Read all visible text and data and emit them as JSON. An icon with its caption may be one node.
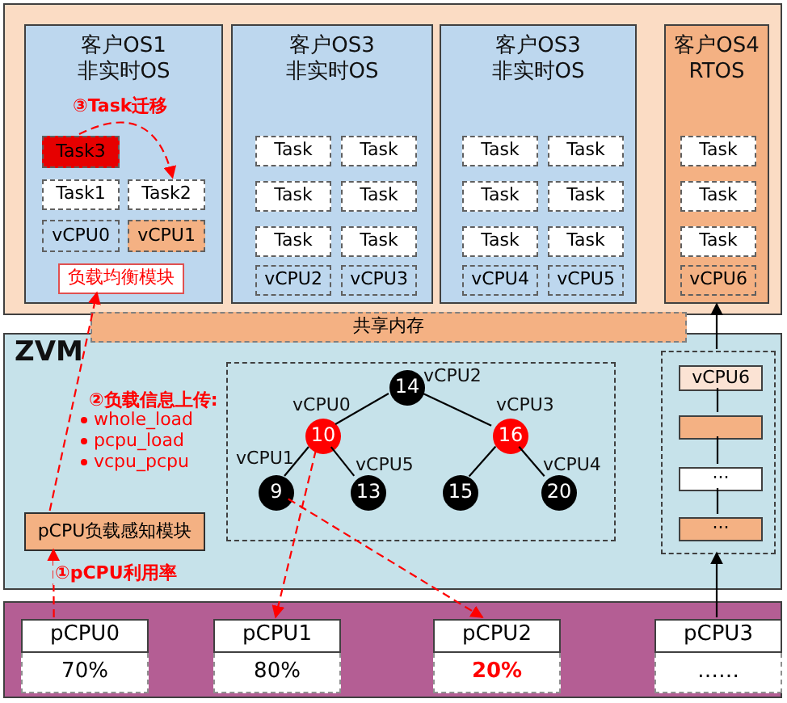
{
  "diagram": {
    "nodes": [
      {
        "text": [
          "客户OS1 非实时OS"
        ]
      },
      {
        "text": [
          "Task3"
        ],
        "in": 0
      },
      {
        "text": [
          "Task1"
        ],
        "in": 0
      },
      {
        "text": [
          "Task2"
        ],
        "in": 0
      },
      {
        "text": [
          "vCPU0"
        ],
        "in": 0
      },
      {
        "text": [
          "vCPU1"
        ],
        "in": 0
      },
      {
        "text": [
          "负载均衡模块"
        ],
        "in": 0
      },
      {
        "text": [
          "客户OS3 非实时OS"
        ]
      },
      {
        "text": [
          "Task"
        ],
        "in": 7
      },
      {
        "text": [
          "Task"
        ],
        "in": 7
      },
      {
        "text": [
          "Task"
        ],
        "in": 7
      },
      {
        "text": [
          "Task"
        ],
        "in": 7
      },
      {
        "text": [
          "Task"
        ],
        "in": 7
      },
      {
        "text": [
          "Task"
        ],
        "in": 7
      },
      {
        "text": [
          "vCPU2"
        ],
        "in": 7
      },
      {
        "text": [
          "vCPU3"
        ],
        "in": 7
      },
      {
        "text": [
          "客户OS3 非实时OS"
        ]
      },
      {
        "text": [
          "Task"
        ],
        "in": 16
      },
      {
        "text": [
          "Task"
        ],
        "in": 16
      },
      {
        "text": [
          "Task"
        ],
        "in": 16
      },
      {
        "text": [
          "Task"
        ],
        "in": 16
      },
      {
        "text": [
          "Task"
        ],
        "in": 16
      },
      {
        "text": [
          "Task"
        ],
        "in": 16
      },
      {
        "text": [
          "vCPU4"
        ],
        "in": 16
      },
      {
        "text": [
          "vCPU5"
        ],
        "in": 16
      },
      {
        "text": [
          "客户OS4 RTOS"
        ]
      },
      {
        "text": [
          "Task"
        ],
        "in": 25
      },
      {
        "text": [
          "Task"
        ],
        "in": 25
      },
      {
        "text": [
          "Task"
        ],
        "in": 25
      },
      {
        "text": [
          "vCPU6"
        ],
        "in": 25
      },
      {
        "text": [
          "共享内存"
        ]
      },
      {
        "text": [
          "ZVM"
        ]
      },
      {
        "text": [],
        "shape": "box",
        "in": 31
      },
      {
        "text": [
          "14"
        ],
        "in": 32,
        "beside": [
          "vCPU2"
        ]
      },
      {
        "text": [
          "10"
        ],
        "in": 32,
        "beside": [
          "vCPU0"
        ]
      },
      {
        "text": [
          "9"
        ],
        "in": 32,
        "beside": [
          "vCPU1"
        ]
      },
      {
        "text": [
          "13"
        ],
        "in": 32,
        "beside": [
          "vCPU5"
        ]
      },
      {
        "text": [
          "16"
        ],
        "in": 32,
        "beside": [
          "vCPU3"
        ]
      },
      {
        "text": [
          "15"
        ],
        "in": 32
      },
      {
        "text": [
          "20"
        ],
        "in": 32,
        "beside": [
          "vCPU4"
        ]
      },
      {
        "text": [],
        "shape": "box",
        "in": 31
      },
      {
        "text": [
          "vCPU6"
        ],
        "in": 40
      },
      {
        "text": [],
        "shape": "box",
        "in": 40
      },
      {
        "text": [
          "···"
        ],
        "in": 40
      },
      {
        "text": [
          "···"
        ],
        "in": 40
      },
      {
        "text": [
          "pCPU负载感知模块"
        ],
        "in": 31
      },
      {
        "text": [],
        "shape": "box"
      },
      {
        "text": [
          "pCPU0",
          "70%"
        ],
        "in": 46
      },
      {
        "text": [
          "pCPU1",
          "80%"
        ],
        "in": 46
      },
      {
        "text": [
          "pCPU2",
          "20%"
        ],
        "in": 46
      },
      {
        "text": [
          "pCPU3",
          "……"
        ],
        "in": 46
      }
    ],
    "edges": [
      {
        "from": 1,
        "to": 3,
        "arrow": "to",
        "label": "③Task迁移",
        "style": "dashed",
        "color": "#ff0000"
      },
      {
        "from": 45,
        "to": 6,
        "arrow": "to",
        "label": "②负载信息上传:",
        "style": "dashed",
        "color": "#ff0000"
      },
      {
        "from": 47,
        "to": 45,
        "arrow": "to",
        "label": "①pCPU利用率",
        "style": "dashed",
        "color": "#ff0000"
      },
      {
        "from": 34,
        "to": 48,
        "arrow": "to",
        "style": "dashed",
        "color": "#ff0000"
      },
      {
        "from": 35,
        "to": 49,
        "arrow": "to",
        "style": "dashed",
        "color": "#ff0000"
      },
      {
        "from": 33,
        "to": 34,
        "arrow": "none"
      },
      {
        "from": 33,
        "to": 37,
        "arrow": "none"
      },
      {
        "from": 34,
        "to": 35,
        "arrow": "none"
      },
      {
        "from": 34,
        "to": 36,
        "arrow": "none"
      },
      {
        "from": 37,
        "to": 38,
        "arrow": "none"
      },
      {
        "from": 37,
        "to": 39,
        "arrow": "none"
      },
      {
        "from": 50,
        "to": 40,
        "arrow": "to"
      },
      {
        "from": 40,
        "to": 25,
        "arrow": "to"
      },
      {
        "from": 41,
        "to": 42,
        "arrow": "none"
      },
      {
        "from": 42,
        "to": 43,
        "arrow": "none"
      },
      {
        "from": 43,
        "to": 44,
        "arrow": "none"
      }
    ],
    "labels": [
      "whole_load",
      "pcpu_load",
      "vcpu_pcpu"
    ]
  }
}
